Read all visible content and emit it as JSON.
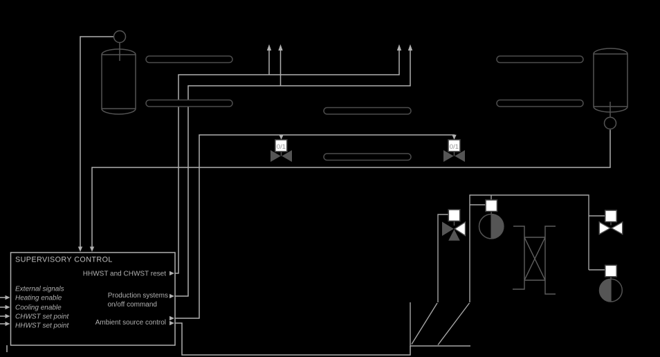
{
  "supervisory_control": {
    "title": "SUPERVISORY CONTROL",
    "inputs_header": "External signals",
    "inputs": [
      "Heating enable",
      "Cooling enable",
      "CHWST set point",
      "HHWST set point"
    ],
    "outputs": {
      "reset": "HHWST and CHWST reset",
      "production_line1": "Production systems",
      "production_line2": "on/off command",
      "ambient": "Ambient source control"
    }
  },
  "valves": {
    "onoff_label": "0/1"
  },
  "symbols": [
    "storage-tank",
    "temperature-sensor",
    "on-off-valve",
    "three-way-valve",
    "two-way-valve",
    "pump",
    "plate-heat-exchanger",
    "ground-ambient-source"
  ],
  "colors": {
    "background": "#000000",
    "control_line": "#b0b0b0",
    "equipment_line": "#545454",
    "circuit_line": "#a5a5a5",
    "heat_exchanger_line": "#5e5e5e",
    "actuator_fill": "#ffffff",
    "valve_label_text": "#8f8f8f",
    "label_text": "#b0b0b0"
  }
}
